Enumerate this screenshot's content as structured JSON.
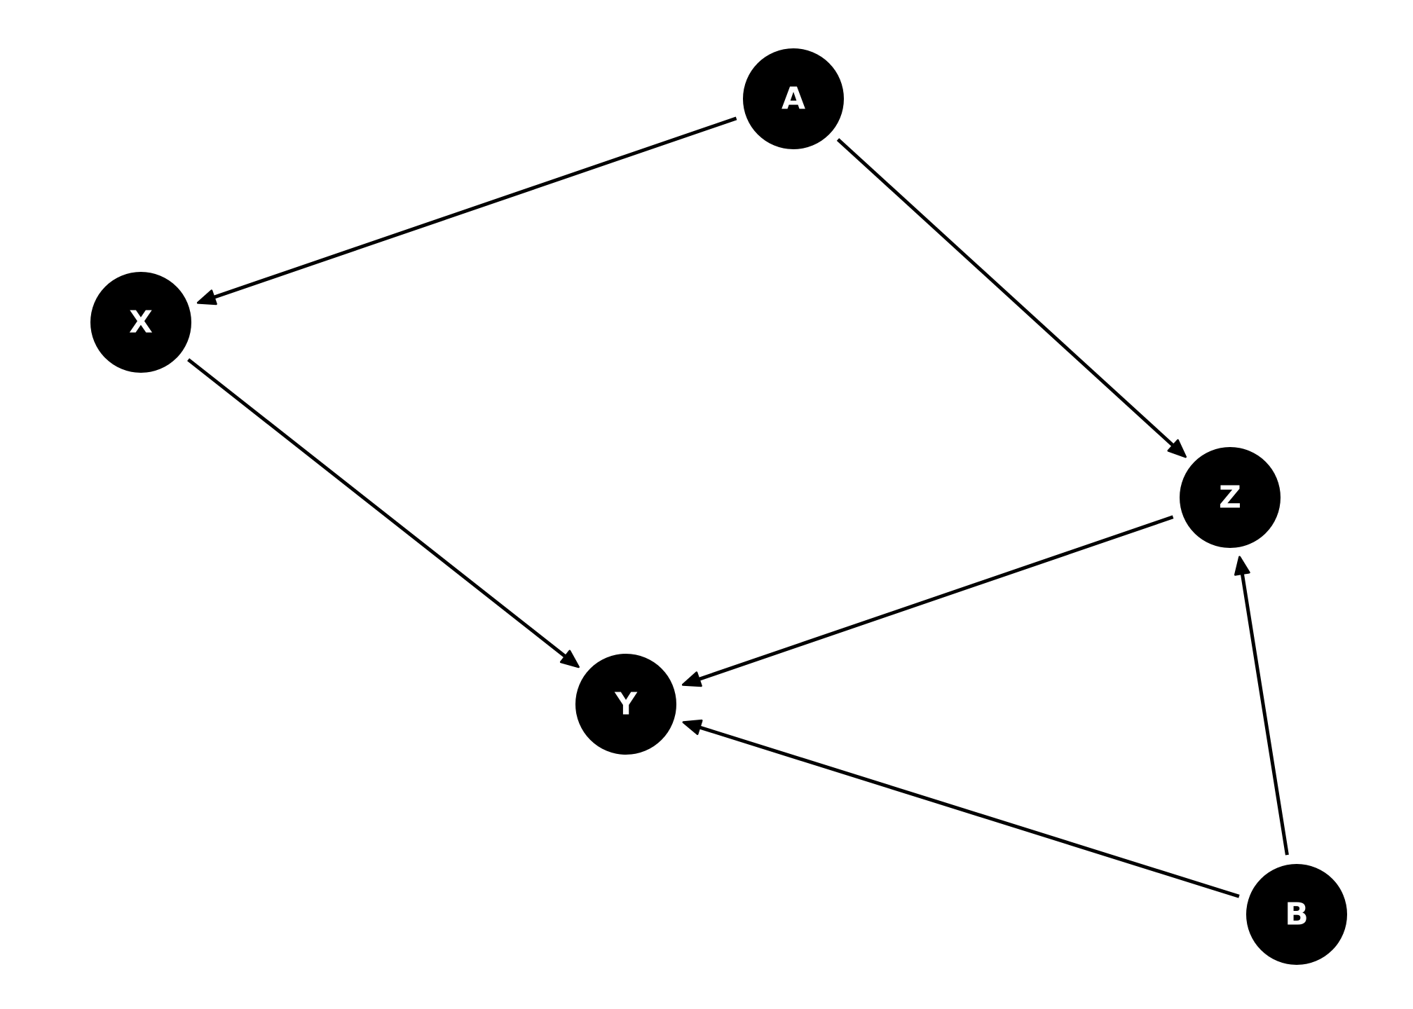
{
  "diagram": {
    "type": "directed-acyclic-graph",
    "colors": {
      "node_fill": "#000000",
      "node_label": "#ffffff",
      "edge": "#000000",
      "background": "#ffffff"
    },
    "nodes": [
      {
        "id": "A",
        "label": "A"
      },
      {
        "id": "X",
        "label": "X"
      },
      {
        "id": "Z",
        "label": "Z"
      },
      {
        "id": "Y",
        "label": "Y"
      },
      {
        "id": "B",
        "label": "B"
      }
    ],
    "edges": [
      {
        "from": "A",
        "to": "X"
      },
      {
        "from": "A",
        "to": "Z"
      },
      {
        "from": "X",
        "to": "Y"
      },
      {
        "from": "Z",
        "to": "Y"
      },
      {
        "from": "B",
        "to": "Y"
      },
      {
        "from": "B",
        "to": "Z"
      }
    ]
  }
}
